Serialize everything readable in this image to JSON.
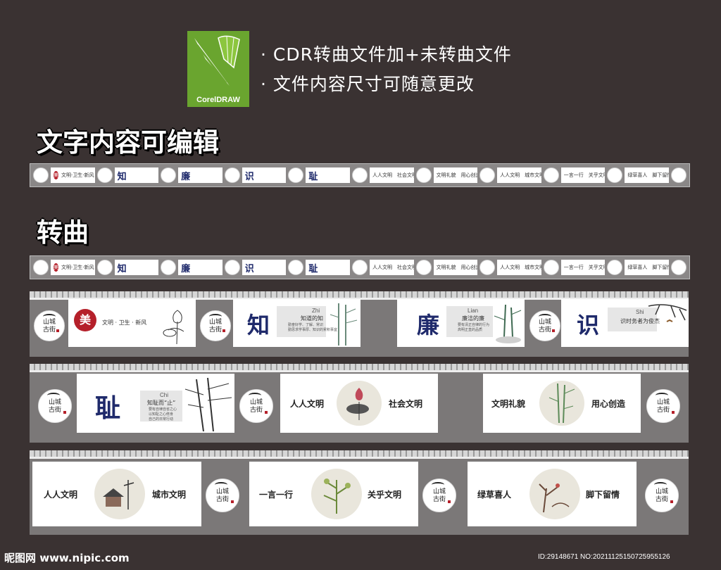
{
  "logo": {
    "brand": "CorelDRAW"
  },
  "header": {
    "line1": "· CDR转曲文件加+未转曲文件",
    "line2": "· 文件内容尺寸可随意更改"
  },
  "sections": {
    "editable": "文字内容可编辑",
    "outlined": "转曲"
  },
  "mini_strip": {
    "panels": [
      {
        "big": "美",
        "text": "文明·卫生·新风"
      },
      {
        "big": "知",
        "text": ""
      },
      {
        "big": "廉",
        "text": ""
      },
      {
        "big": "识",
        "text": ""
      },
      {
        "big": "耻",
        "text": ""
      },
      {
        "big": "",
        "text": "人人文明　社会文明"
      },
      {
        "big": "",
        "text": "文明礼貌　用心创造"
      },
      {
        "big": "",
        "text": "人人文明　城市文明"
      },
      {
        "big": "",
        "text": "一言一行　关乎文明"
      },
      {
        "big": "",
        "text": "绿草喜人　脚下留情"
      }
    ]
  },
  "logo_text": {
    "line1": "山城",
    "line2": "古街"
  },
  "row1": {
    "p1": {
      "badge": "美",
      "title": "文明 · 卫生 · 新风"
    },
    "p2": {
      "char": "知",
      "pinyin": "Zhi",
      "sub": "知道的知",
      "tiny": "勤奋好学、了解、常识\n勤思求学事厚、知识的累积事宜"
    },
    "p3": {
      "char": "廉",
      "pinyin": "Lian",
      "sub": "廉洁的廉",
      "tiny": "要有清正自律的行为\n高明正直的品质"
    },
    "p4": {
      "char": "识",
      "pinyin": "Shi",
      "sub": "识时务者为俊杰"
    }
  },
  "row2": {
    "p1": {
      "char": "耻",
      "pinyin": "Chi",
      "sub": "知耻而“止”",
      "tiny": "要有自律自省之心\n以知耻之心修身\n自己的日常行动"
    },
    "p2": {
      "left": "人人文明",
      "right": "社会文明"
    },
    "p3": {
      "left": "文明礼貌",
      "right": "用心创造"
    }
  },
  "row3": {
    "p1": {
      "left": "人人文明",
      "right": "城市文明"
    },
    "p2": {
      "left": "一言一行",
      "right": "关乎文明"
    },
    "p3": {
      "left": "绿草喜人",
      "right": "脚下留情"
    }
  },
  "watermark": {
    "left": "昵图网 www.nipic.com",
    "right": "ID:29148671 NO:20211125150725955126"
  },
  "colors": {
    "background": "#3a3232",
    "accent_blue": "#1f2a6b",
    "accent_red": "#b5202a",
    "corel_green": "#6aa52f"
  }
}
